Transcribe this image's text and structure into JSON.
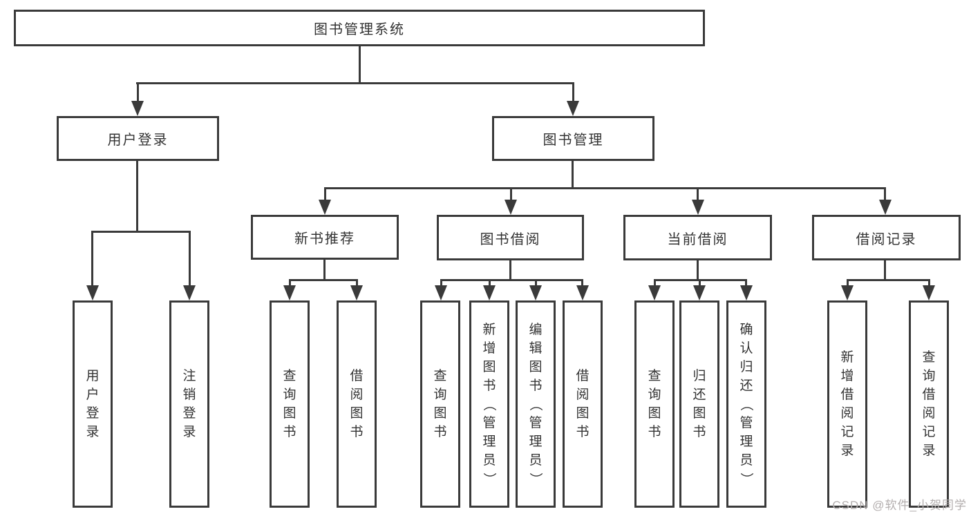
{
  "title": "图书管理系统",
  "watermark": "CSDN @软件_小贺同学",
  "colors": {
    "line": "#3a3a3a",
    "text": "#333333",
    "watermark": "#b3aeae",
    "background": "#ffffff"
  },
  "tree": {
    "root": {
      "label": "图书管理系统"
    },
    "branches": [
      {
        "label": "用户登录",
        "children": [
          {
            "label": "用户登录"
          },
          {
            "label": "注销登录"
          }
        ]
      },
      {
        "label": "图书管理",
        "sections": [
          {
            "label": "新书推荐",
            "children": [
              {
                "label": "查询图书"
              },
              {
                "label": "借阅图书"
              }
            ]
          },
          {
            "label": "图书借阅",
            "children": [
              {
                "label": "查询图书"
              },
              {
                "label": "新增图书（管理员）"
              },
              {
                "label": "编辑图书（管理员）"
              },
              {
                "label": "借阅图书"
              }
            ]
          },
          {
            "label": "当前借阅",
            "children": [
              {
                "label": "查询图书"
              },
              {
                "label": "归还图书"
              },
              {
                "label": "确认归还（管理员）"
              }
            ]
          },
          {
            "label": "借阅记录",
            "children": [
              {
                "label": "新增借阅记录"
              },
              {
                "label": "查询借阅记录"
              }
            ]
          }
        ]
      }
    ]
  }
}
